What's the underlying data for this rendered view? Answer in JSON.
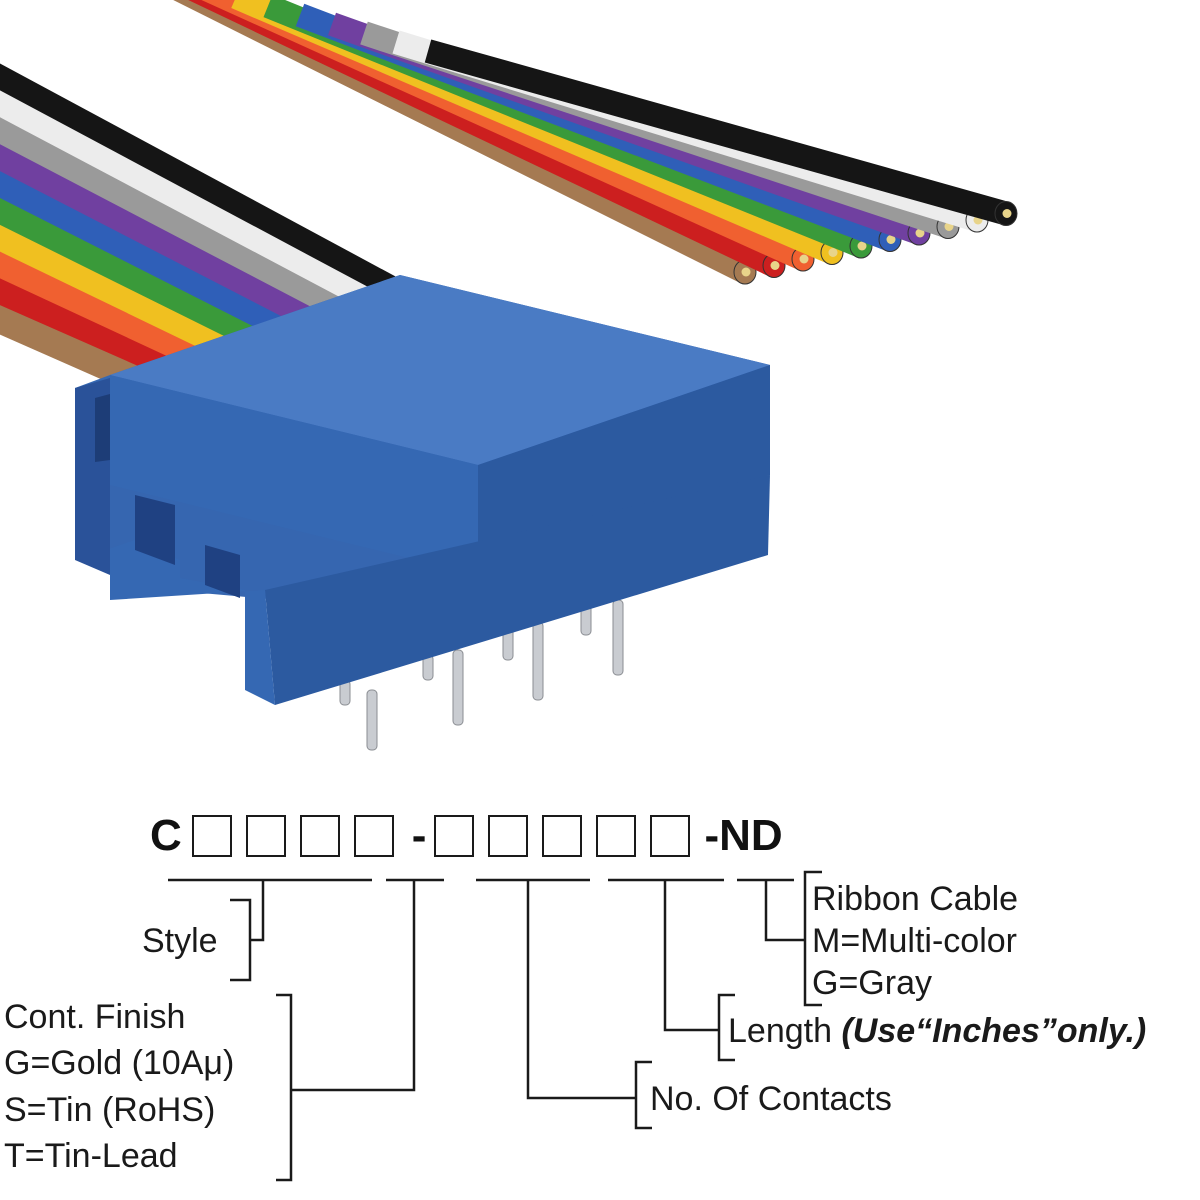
{
  "part_code": {
    "prefix": "C",
    "group1_boxes": 4,
    "separator": "-",
    "group2_boxes": 5,
    "suffix": "-ND"
  },
  "labels": {
    "style": "Style",
    "cont_finish": {
      "title": "Cont. Finish",
      "options": [
        "G=Gold (10Aμ)",
        "S=Tin (RoHS)",
        "T=Tin-Lead"
      ]
    },
    "no_of_contacts": "No. Of Contacts",
    "length": {
      "text": "Length",
      "note": "(Use“Inches”only.)"
    },
    "ribbon_cable": {
      "title": "Ribbon Cable",
      "options": [
        "M=Multi-color",
        "G=Gray"
      ]
    }
  },
  "colors": {
    "connector_blue": "#2f5fa8",
    "wire_order": [
      "#a57a52",
      "#cc1f1f",
      "#f06030",
      "#f0c020",
      "#3a9a3a",
      "#2f5fb8",
      "#7040a0",
      "#9a9a9a",
      "#ececec",
      "#151515"
    ]
  }
}
